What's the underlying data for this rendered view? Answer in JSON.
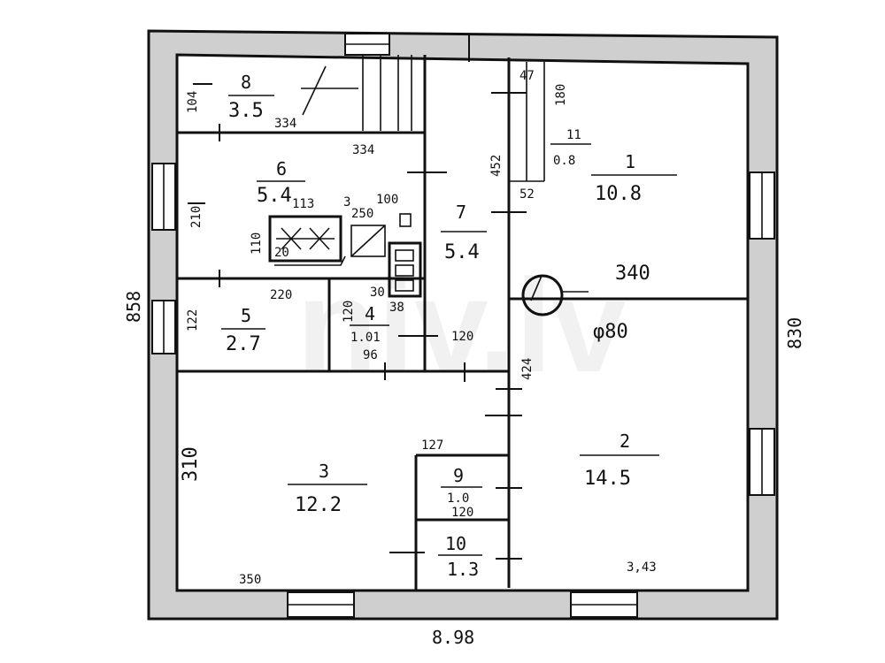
{
  "watermark": "niv.lv",
  "outer_dimensions": {
    "bottom": "8.98",
    "left": "858",
    "right": "830"
  },
  "rooms": [
    {
      "number": "1",
      "area": "10.8"
    },
    {
      "number": "2",
      "area": "14.5"
    },
    {
      "number": "3",
      "area": "12.2"
    },
    {
      "number": "4",
      "area": "1.01"
    },
    {
      "number": "5",
      "area": "2.7"
    },
    {
      "number": "6",
      "area": "5.4"
    },
    {
      "number": "7",
      "area": "5.4"
    },
    {
      "number": "8",
      "area": "3.5"
    },
    {
      "number": "9",
      "area": "1.0"
    },
    {
      "number": "10",
      "area": "1.3"
    },
    {
      "number": "11",
      "area": "0.8"
    }
  ],
  "dimensions": {
    "d104": "104",
    "d334a": "334",
    "d334b": "334",
    "d210": "210",
    "d113": "113",
    "d250": "250",
    "d100": "100",
    "d3": "3",
    "d110": "110",
    "d20": "20",
    "d452": "452",
    "d47": "47",
    "d180": "180",
    "d52": "52",
    "d340": "340",
    "d220": "220",
    "d122": "122",
    "d120a": "120",
    "d30": "30",
    "d38": "38",
    "d96": "96",
    "d120b": "120",
    "d424": "424",
    "d80": "φ80",
    "d310": "310",
    "d127": "127",
    "d120c": "120",
    "d350": "350",
    "d343": "3,43"
  }
}
